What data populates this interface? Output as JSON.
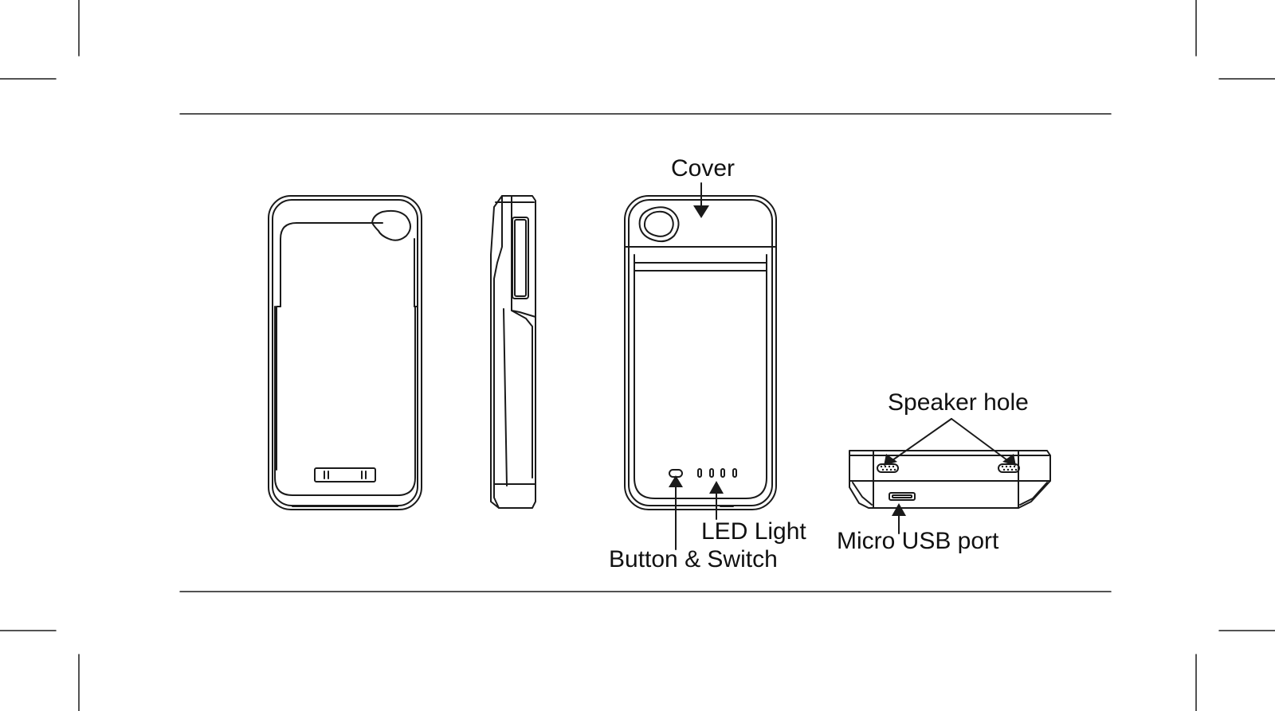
{
  "labels": {
    "cover": "Cover",
    "led_light": "LED Light",
    "button_switch": "Button & Switch",
    "speaker_hole": "Speaker hole",
    "micro_usb_port": "Micro USB port"
  },
  "colors": {
    "line": "#1a1a1a",
    "background": "#ffffff"
  }
}
